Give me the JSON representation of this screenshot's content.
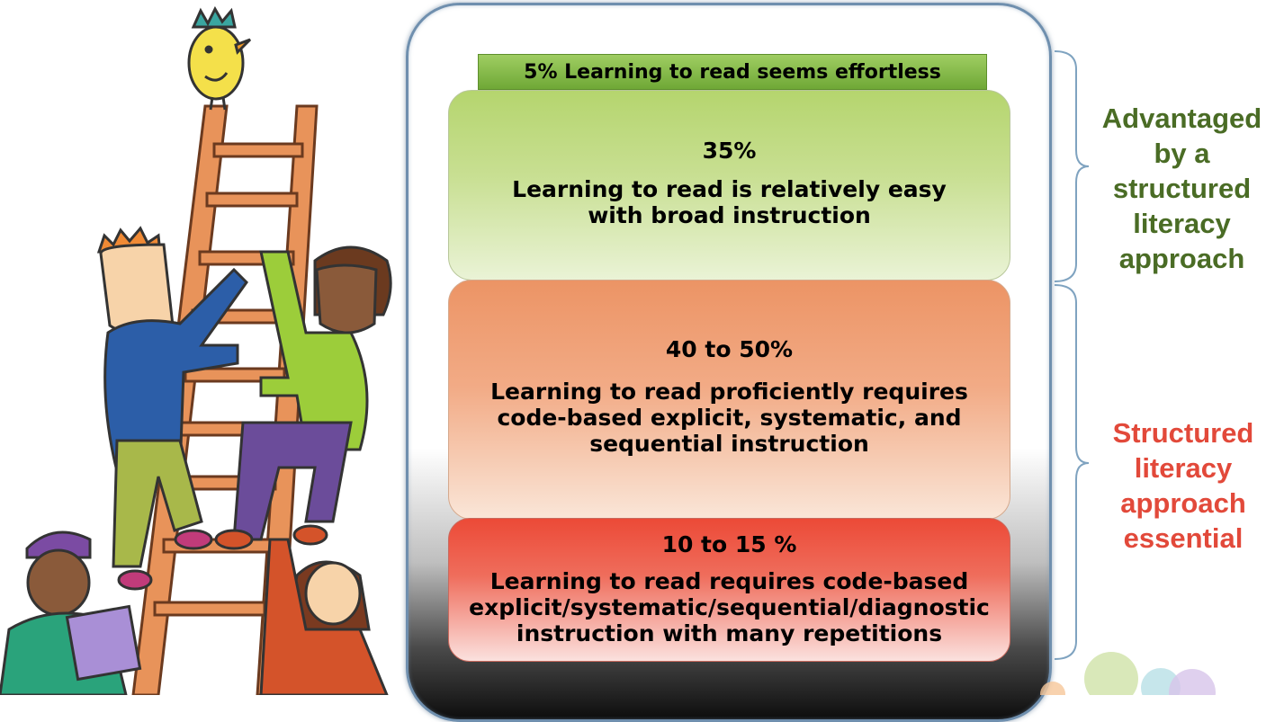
{
  "tiers": {
    "t5": {
      "text": "5% Learning to read seems effortless"
    },
    "t35": {
      "pct": "35%",
      "desc": "Learning to read is relatively easy with broad instruction"
    },
    "t40": {
      "pct": "40 to 50%",
      "desc": "Learning to read proficiently requires code-based explicit, systematic, and sequential instruction"
    },
    "t10": {
      "pct": "10 to 15 %",
      "desc": "Learning to read requires code-based explicit/systematic/sequential/diagnostic instruction with many repetitions"
    }
  },
  "labels": {
    "advantaged": [
      "Advantaged",
      "by a",
      "structured",
      "literacy",
      "approach"
    ],
    "essential": [
      "Structured",
      "literacy",
      "approach",
      "essential"
    ]
  },
  "colors": {
    "advantaged": "#4a6c25",
    "essential": "#e2493a",
    "tier_5": "#7fb443",
    "tier_35": "#b5d56e",
    "tier_40": "#ec9465",
    "tier_10": "#ec4a37"
  }
}
